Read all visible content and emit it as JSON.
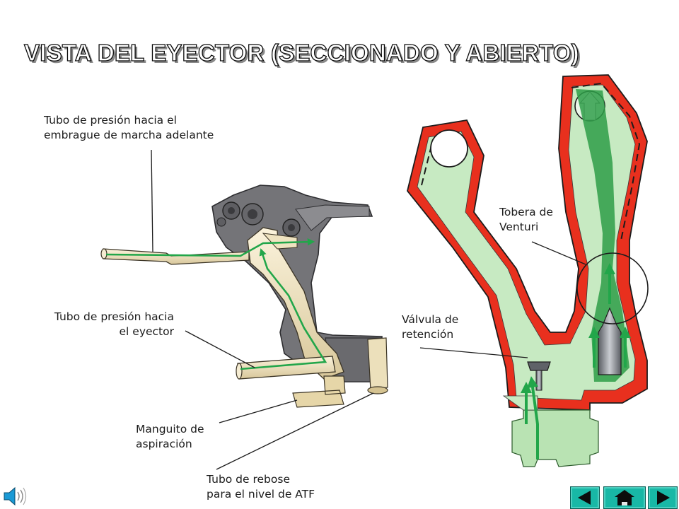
{
  "title": "VISTA DEL EYECTOR (SECCIONADO Y ABIERTO)",
  "labels": {
    "pressure_tube_forward_clutch": "Tubo de presión hacia el\nembrague de marcha adelante",
    "pressure_tube_ejector": "Tubo de presión hacia\nel eyector",
    "suction_sleeve": "Manguito de\naspiración",
    "overflow_tube": "Tubo de rebose\npara el nivel de ATF",
    "venturi_nozzle": "Tobera de\nVenturi",
    "check_valve": "Válvula de\nretención"
  },
  "nav": {
    "prev": "previous-slide",
    "home": "home",
    "next": "next-slide"
  },
  "colors": {
    "housing_red": "#e8301e",
    "oil_green": "#c7eac2",
    "flow_green": "#22a64a",
    "tube_beige": "#eadcb4",
    "cast_gray": "#6f6f72",
    "nav_teal": "#18b8a6"
  }
}
